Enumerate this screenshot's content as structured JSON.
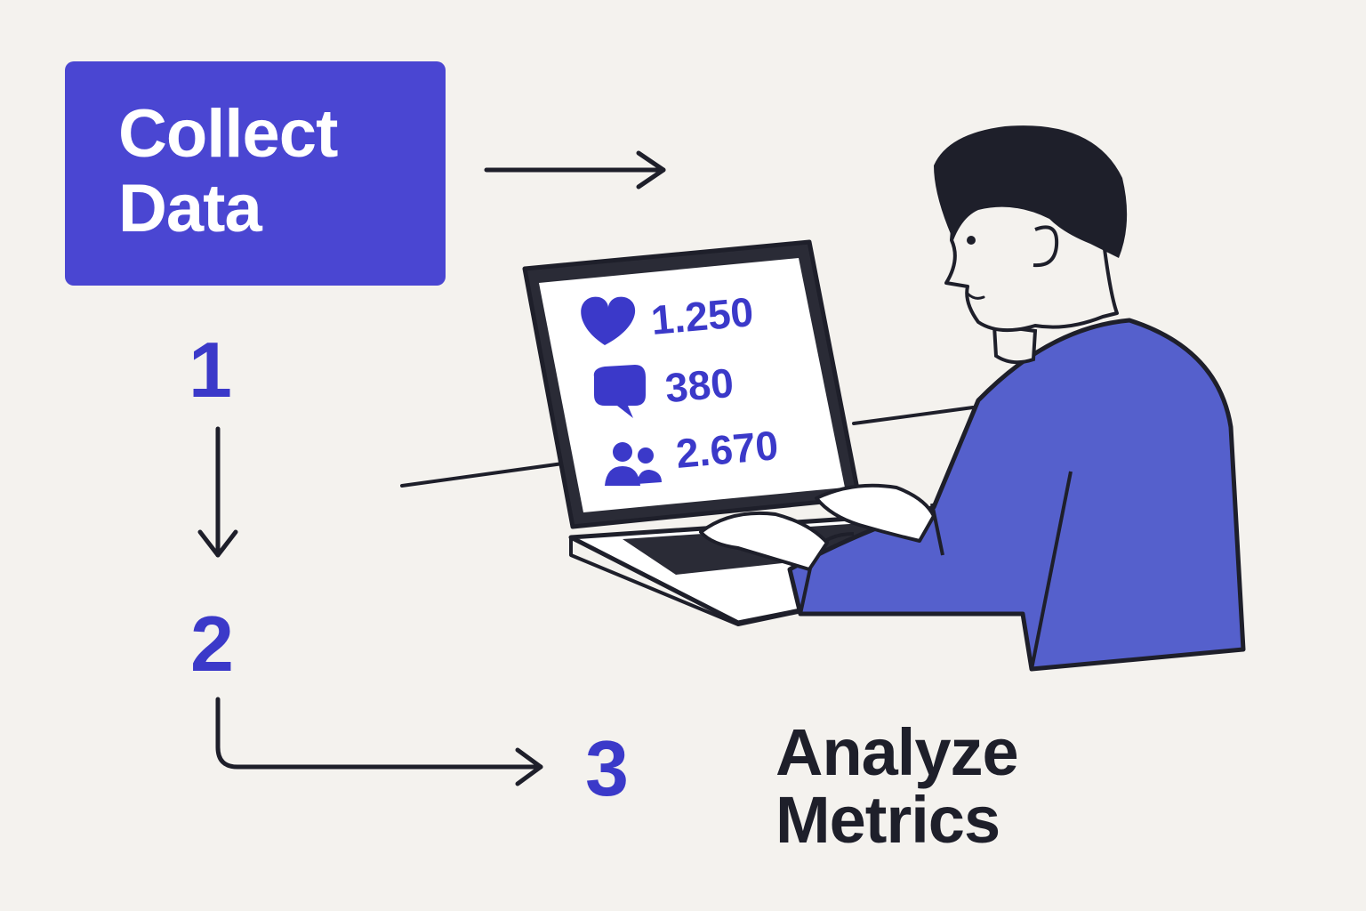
{
  "flow": {
    "collect_line1": "Collect",
    "collect_line2": "Data",
    "step1": "1",
    "step2": "2",
    "step3": "3",
    "analyze_line1": "Analyze",
    "analyze_line2": "Metrics"
  },
  "metrics": {
    "likes": "1.250",
    "comments": "380",
    "followers": "2.670"
  },
  "icons": {
    "likes": "heart-icon",
    "comments": "chat-bubble-icon",
    "followers": "users-icon"
  },
  "colors": {
    "accent": "#4a46d2",
    "number": "#3b39c9",
    "sweater": "#5560cc",
    "ink": "#1e1f2a",
    "background": "#f4f2ee"
  }
}
